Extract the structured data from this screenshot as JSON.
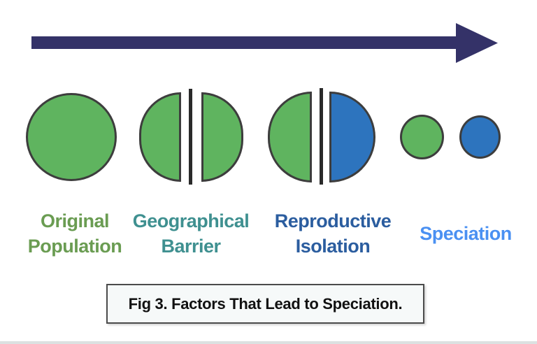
{
  "caption": "Fig 3. Factors That Lead to Speciation.",
  "stages": [
    {
      "name": "original-population",
      "label_line1": "Original",
      "label_line2": "Population"
    },
    {
      "name": "geographical-barrier",
      "label_line1": "Geographical",
      "label_line2": "Barrier"
    },
    {
      "name": "reproductive-isolation",
      "label_line1": "Reproductive",
      "label_line2": "Isolation"
    },
    {
      "name": "speciation",
      "label_line1": "Speciation"
    }
  ],
  "colors": {
    "arrow": "#343268",
    "shape_outline": "#3d3d3d",
    "barrier_line": "#2a2a2a",
    "population_green": "#5fb45f",
    "population_blue": "#2d74be",
    "label_green": "#6a9c52",
    "label_teal": "#3f9090",
    "label_dark_blue": "#2b5d9f",
    "label_light_blue": "#4a90f2",
    "caption_text": "#111111",
    "caption_bg": "#f6f9f9",
    "caption_border": "#4b4b4b"
  }
}
